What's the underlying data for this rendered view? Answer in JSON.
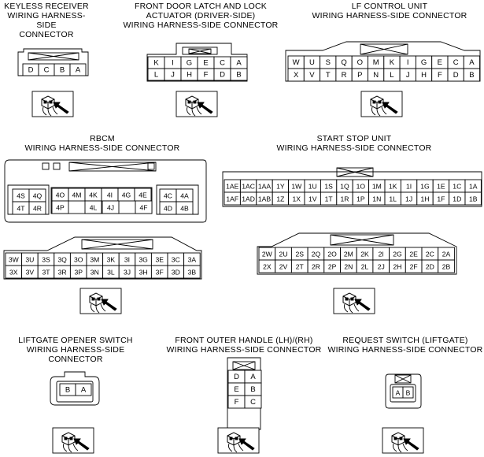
{
  "connectors": [
    {
      "id": "keyless",
      "title": [
        "KEYLESS RECEIVER",
        "WIRING HARNESS-SIDE",
        "CONNECTOR"
      ],
      "rows": [
        [
          "D",
          "C",
          "B",
          "A"
        ]
      ]
    },
    {
      "id": "door_latch",
      "title": [
        "FRONT DOOR LATCH AND LOCK",
        "ACTUATOR (DRIVER-SIDE)",
        "WIRING HARNESS-SIDE CONNECTOR"
      ],
      "rows": [
        [
          "K",
          "I",
          "G",
          "E",
          "C",
          "A"
        ],
        [
          "L",
          "J",
          "H",
          "F",
          "D",
          "B"
        ]
      ]
    },
    {
      "id": "lf_control",
      "title": [
        "LF CONTROL UNIT",
        "WIRING HARNESS-SIDE CONNECTOR"
      ],
      "rows": [
        [
          "W",
          "U",
          "S",
          "Q",
          "O",
          "M",
          "K",
          "I",
          "G",
          "E",
          "C",
          "A"
        ],
        [
          "X",
          "V",
          "T",
          "R",
          "P",
          "N",
          "L",
          "J",
          "H",
          "F",
          "D",
          "B"
        ]
      ]
    },
    {
      "id": "rbcm",
      "title": [
        "RBCM",
        "WIRING HARNESS-SIDE CONNECTOR"
      ],
      "left_block": [
        [
          "4S",
          "4Q"
        ],
        [
          "4T",
          "4R"
        ]
      ],
      "center_block": [
        [
          "4O",
          "4M",
          "4K",
          "4I",
          "4G",
          "4E"
        ],
        [
          "4P",
          "4L",
          "4J",
          "4F"
        ]
      ],
      "right_block": [
        [
          "4C",
          "4A"
        ],
        [
          "4D",
          "4B"
        ]
      ],
      "rows2": [
        [
          "3W",
          "3U",
          "3S",
          "3Q",
          "3O",
          "3M",
          "3K",
          "3I",
          "3G",
          "3E",
          "3C",
          "3A"
        ],
        [
          "3X",
          "3V",
          "3T",
          "3R",
          "3P",
          "3N",
          "3L",
          "3J",
          "3H",
          "3F",
          "3D",
          "3B"
        ]
      ]
    },
    {
      "id": "start_stop",
      "title": [
        "START STOP UNIT",
        "WIRING HARNESS-SIDE CONNECTOR"
      ],
      "rows": [
        [
          "1AE",
          "1AC",
          "1AA",
          "1Y",
          "1W",
          "1U",
          "1S",
          "1Q",
          "1O",
          "1M",
          "1K",
          "1I",
          "1G",
          "1E",
          "1C",
          "1A"
        ],
        [
          "1AF",
          "1AD",
          "1AB",
          "1Z",
          "1X",
          "1V",
          "1T",
          "1R",
          "1P",
          "1N",
          "1L",
          "1J",
          "1H",
          "1F",
          "1D",
          "1B"
        ]
      ],
      "rows2": [
        [
          "2W",
          "2U",
          "2S",
          "2Q",
          "2O",
          "2M",
          "2K",
          "2I",
          "2G",
          "2E",
          "2C",
          "2A"
        ],
        [
          "2X",
          "2V",
          "2T",
          "2R",
          "2P",
          "2N",
          "2L",
          "2J",
          "2H",
          "2F",
          "2D",
          "2B"
        ]
      ]
    },
    {
      "id": "liftgate_opener",
      "title": [
        "LIFTGATE OPENER SWITCH",
        "WIRING HARNESS-SIDE CONNECTOR"
      ],
      "rows": [
        [
          "B",
          "A"
        ]
      ]
    },
    {
      "id": "outer_handle",
      "title": [
        "FRONT OUTER HANDLE (LH)/(RH)",
        "WIRING HARNESS-SIDE CONNECTOR"
      ],
      "rows": [
        [
          "D",
          "A"
        ],
        [
          "E",
          "B"
        ],
        [
          "F",
          "C"
        ]
      ]
    },
    {
      "id": "request_switch",
      "title": [
        "REQUEST SWITCH (LIFTGATE)",
        "WIRING HARNESS-SIDE CONNECTOR"
      ],
      "rows": [
        [
          "A",
          "B"
        ]
      ]
    }
  ]
}
